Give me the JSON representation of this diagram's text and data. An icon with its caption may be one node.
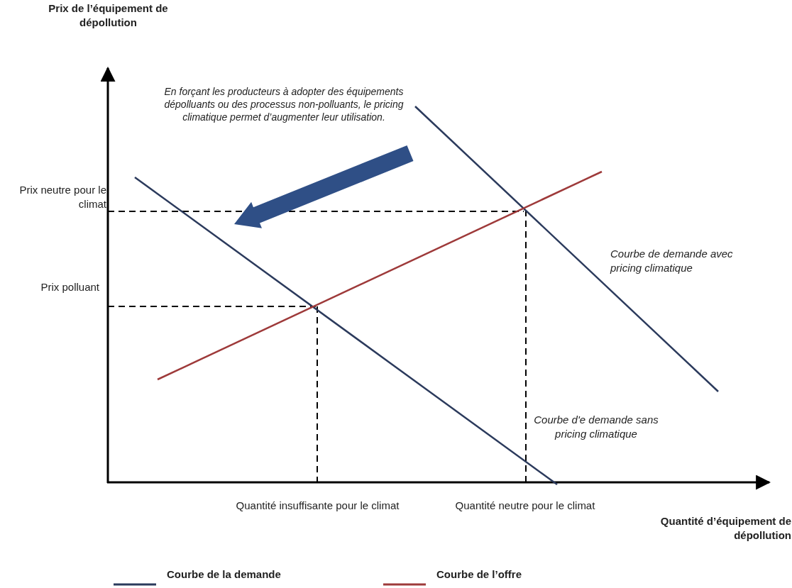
{
  "diagram": {
    "labels": [
      "Prix de l’équipement de dépollution",
      "En forçant les producteurs à adopter des équipements dépolluants ou des processus non-polluants, le pricing climatique permet d’augmenter leur utilisation.",
      "Prix neutre pour le climat",
      "Courbe de demande avec pricing climatique",
      "Prix polluant",
      "Courbe d'e demande sans pricing climatique",
      "Quantité insuffisante pour le climat",
      "Quantité neutre pour le climat",
      "Quantité d’équipement de dépollution"
    ],
    "legend": [
      {
        "text": "Courbe de la demande"
      },
      {
        "text": "Courbe de l’offre"
      }
    ]
  }
}
